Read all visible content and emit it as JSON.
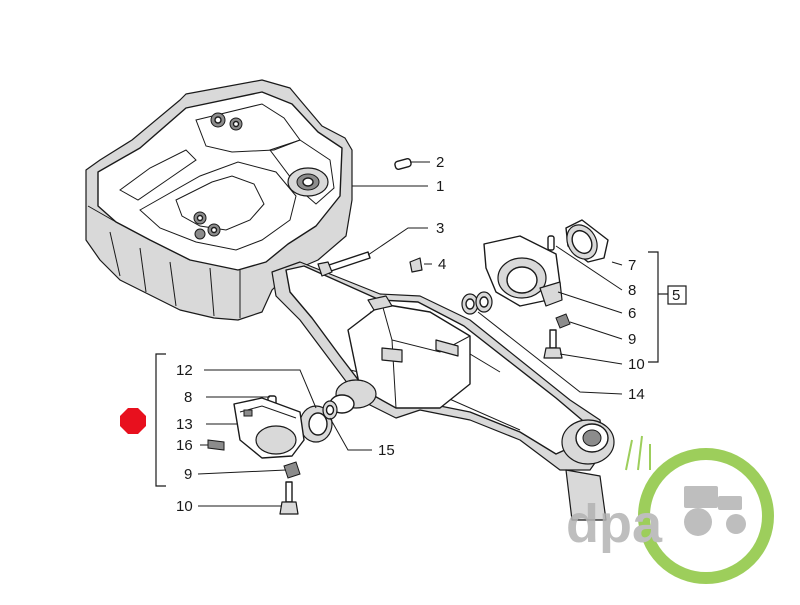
{
  "callouts": {
    "c1": "1",
    "c2": "2",
    "c3": "3",
    "c4": "4",
    "c5": "5",
    "c6": "6",
    "c7": "7",
    "c8a": "8",
    "c9a": "9",
    "c10a": "10",
    "c12": "12",
    "c8b": "8",
    "c13": "13",
    "c16": "16",
    "c9b": "9",
    "c10b": "10",
    "c14": "14",
    "c15": "15"
  },
  "watermark": {
    "text": "dpa"
  },
  "colors": {
    "marker": "#e8101e",
    "watermark_gray": "#b3b3b3",
    "watermark_green": "#8cc63f",
    "line": "#1a1a1a"
  },
  "icons": {
    "marker": "red-octagon-icon",
    "watermark": "tractor-logo-icon"
  }
}
